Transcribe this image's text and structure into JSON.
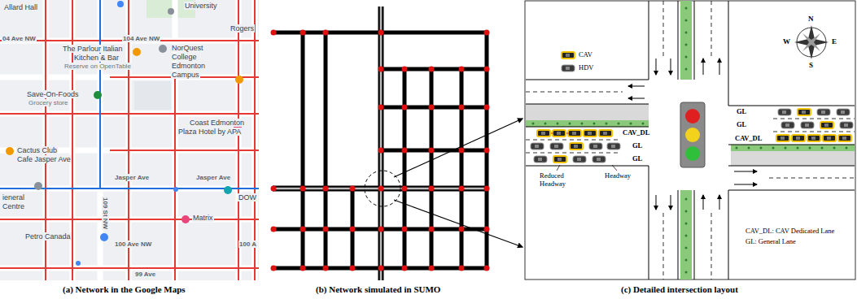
{
  "diagram": {
    "labels": [
      "Allard Hall",
      "University",
      "Rogers",
      "04 Ave NW",
      "104 Ave NW",
      "The Parlour Italian",
      "Kitchen & Bar",
      "Reserve on OpenTable",
      "NorQuest",
      "College",
      "Edmonton",
      "Campus",
      "Save-On-Foods",
      "Grocery store",
      "Coast Edmonton",
      "Plaza Hotel by APA",
      "Cactus Club",
      "Cafe Jasper Ave",
      "Jasper Ave",
      "Jasper Ave",
      "DOW",
      "ieneral",
      "Centre",
      "Matrix",
      "Petro Canada",
      "100 Ave NW",
      "100 A",
      "99 Ave",
      "109 St NW",
      "(a) Network in the Google Maps",
      "(b) Network simulated in SUMO",
      "(c) Detailed intersection layout",
      "GL",
      "GL",
      "CAV_DL",
      "CAV_DL",
      "GL",
      "GL",
      "Reduced Headway",
      "Headway",
      "CAV_DL: CAV Dedicated Lane",
      "GL: General Lane",
      "N",
      "S",
      "E",
      "W"
    ],
    "legend": [
      {
        "text": "CAV"
      },
      {
        "text": "HDV"
      }
    ]
  }
}
